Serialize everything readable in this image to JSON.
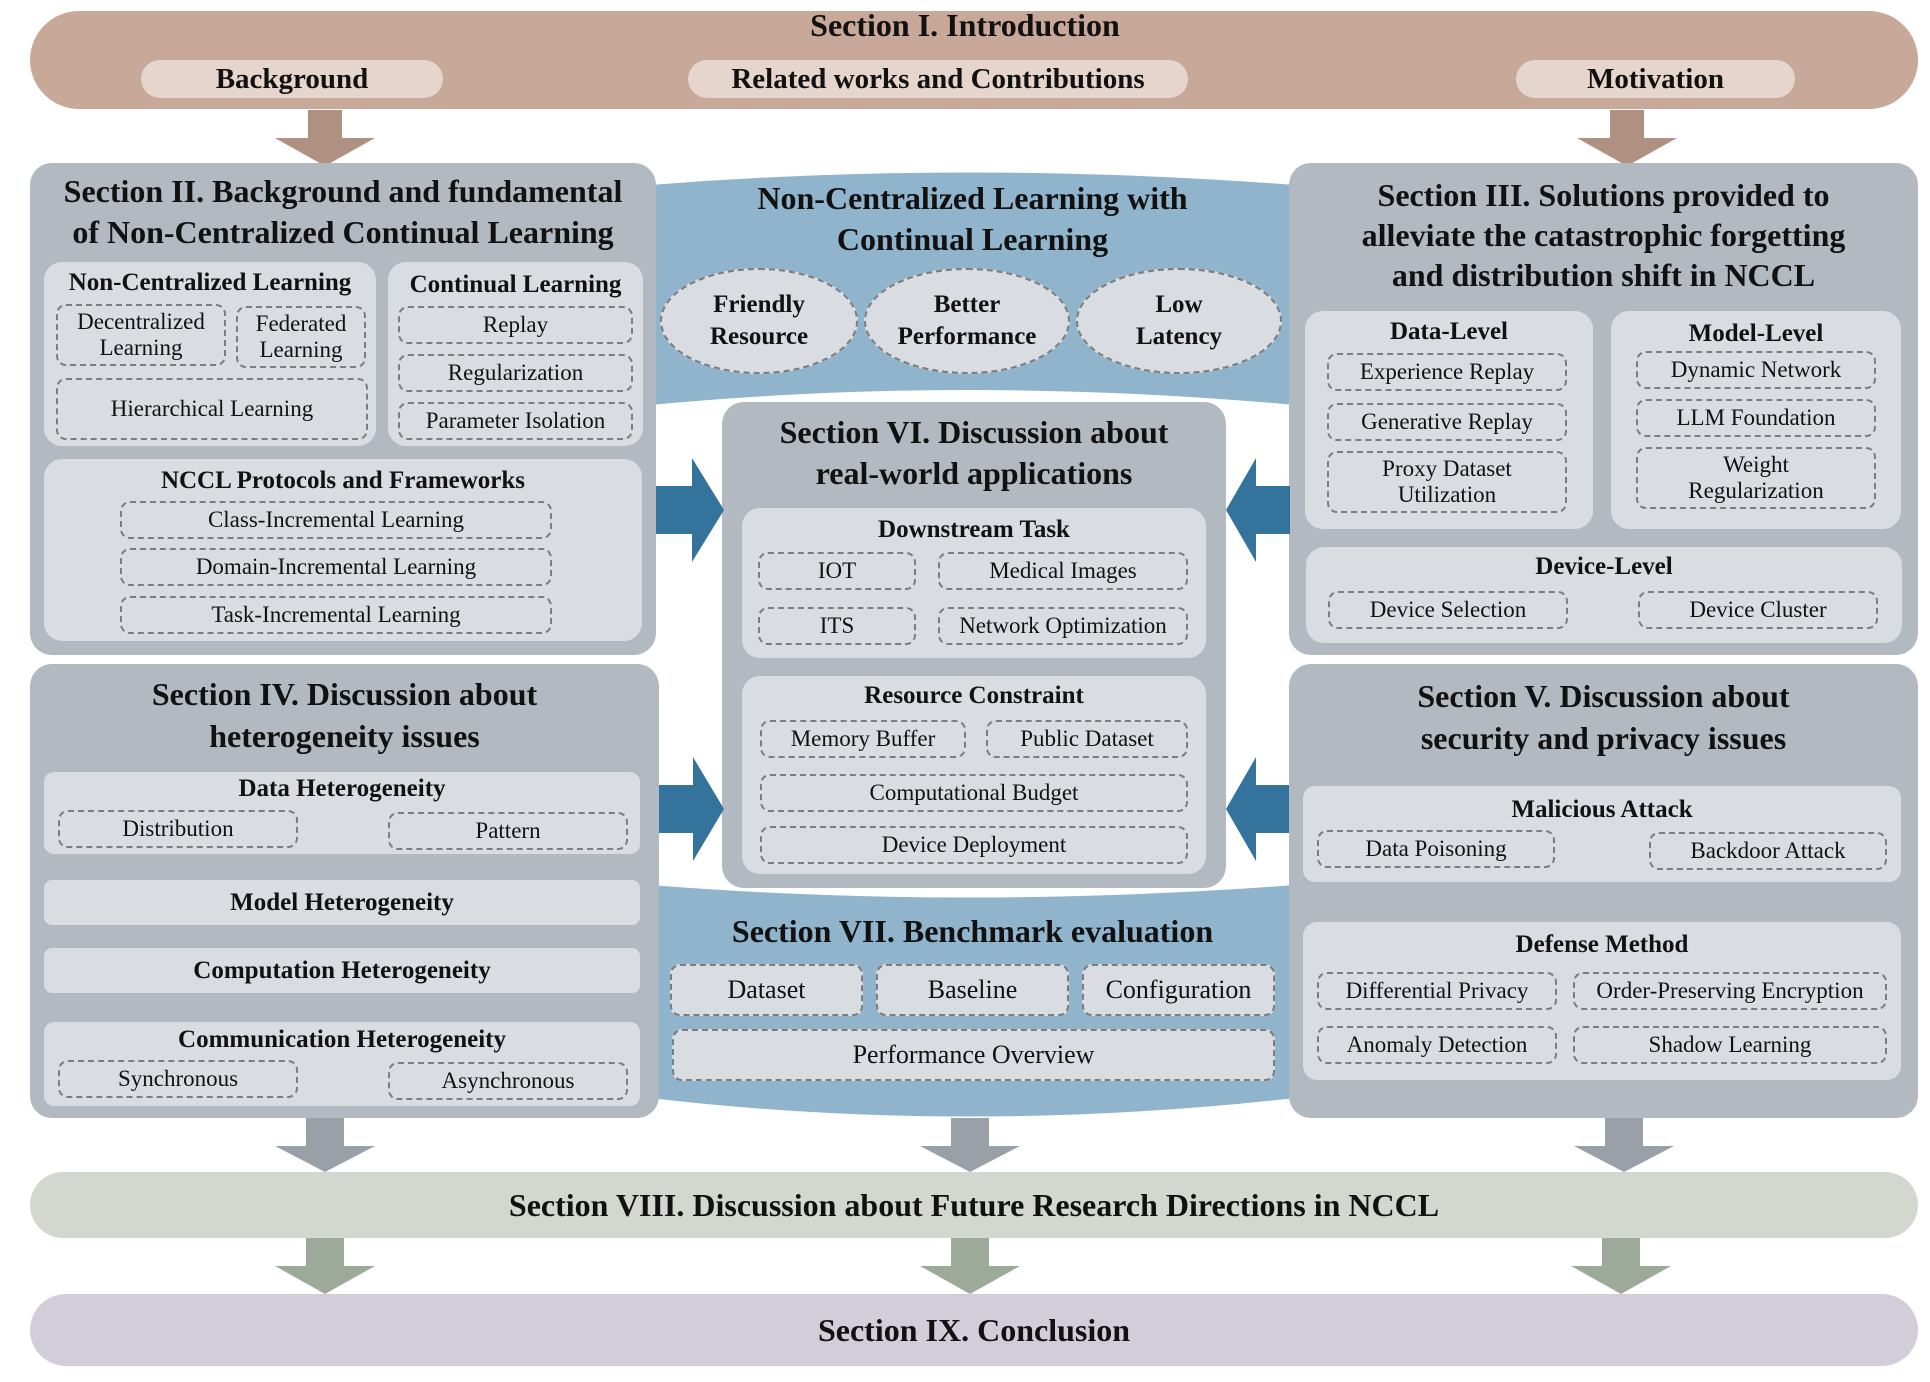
{
  "colors": {
    "intro_band": "#c8a898",
    "intro_pill": "#e6d5cd",
    "intro_arrow": "#b09080",
    "panel_grey": "#b3b9c1",
    "subpanel": "#d9dce1",
    "blue_band": "#8fb4cb",
    "blue_arrow": "#33739c",
    "grey_arrow": "#9aa0a8",
    "green_arrow": "#9eaa99",
    "section8": "#d2d8d0",
    "section9": "#d3cdda"
  },
  "intro": {
    "title": "Section I. Introduction",
    "pills": [
      "Background",
      "Related works and Contributions",
      "Motivation"
    ]
  },
  "section2": {
    "title_line1": "Section II. Background and fundamental",
    "title_line2": "of Non-Centralized Continual Learning",
    "ncl": {
      "title": "Non-Centralized Learning",
      "items": [
        {
          "l1": "Decentralized",
          "l2": "Learning"
        },
        {
          "l1": "Federated",
          "l2": "Learning"
        },
        {
          "l1": "Hierarchical Learning",
          "l2": ""
        }
      ]
    },
    "cl": {
      "title": "Continual Learning",
      "items": [
        "Replay",
        "Regularization",
        "Parameter Isolation"
      ]
    },
    "protocols": {
      "title": "NCCL Protocols and Frameworks",
      "items": [
        "Class-Incremental Learning",
        "Domain-Incremental Learning",
        "Task-Incremental Learning"
      ]
    }
  },
  "center_top": {
    "title_line1": "Non-Centralized Learning with",
    "title_line2": "Continual Learning",
    "benefits": [
      {
        "l1": "Friendly",
        "l2": "Resource"
      },
      {
        "l1": "Better",
        "l2": "Performance"
      },
      {
        "l1": "Low",
        "l2": "Latency"
      }
    ]
  },
  "section3": {
    "title_line1": "Section III. Solutions provided to",
    "title_line2": "alleviate the catastrophic forgetting",
    "title_line3": "and distribution shift in NCCL",
    "data_level": {
      "title": "Data-Level",
      "items": [
        {
          "l1": "Experience Replay",
          "l2": ""
        },
        {
          "l1": "Generative Replay",
          "l2": ""
        },
        {
          "l1": "Proxy Dataset",
          "l2": "Utilization"
        }
      ]
    },
    "model_level": {
      "title": "Model-Level",
      "items": [
        {
          "l1": "Dynamic Network",
          "l2": ""
        },
        {
          "l1": "LLM Foundation",
          "l2": ""
        },
        {
          "l1": "Weight",
          "l2": "Regularization"
        }
      ]
    },
    "device_level": {
      "title": "Device-Level",
      "items": [
        "Device Selection",
        "Device Cluster"
      ]
    }
  },
  "section6": {
    "title_line1": "Section VI. Discussion about",
    "title_line2": "real-world applications",
    "downstream": {
      "title": "Downstream Task",
      "items": [
        "IOT",
        "Medical Images",
        "ITS",
        "Network Optimization"
      ]
    },
    "resource": {
      "title": "Resource Constraint",
      "items": [
        "Memory Buffer",
        "Public Dataset",
        "Computational Budget",
        "Device Deployment"
      ]
    }
  },
  "section4": {
    "title_line1": "Section IV. Discussion about",
    "title_line2": "heterogeneity issues",
    "data_het": {
      "title": "Data Heterogeneity",
      "items": [
        "Distribution",
        "Pattern"
      ]
    },
    "model_het": {
      "title": "Model Heterogeneity"
    },
    "comp_het": {
      "title": "Computation Heterogeneity"
    },
    "comm_het": {
      "title": "Communication Heterogeneity",
      "items": [
        "Synchronous",
        "Asynchronous"
      ]
    }
  },
  "section5": {
    "title_line1": "Section V. Discussion about",
    "title_line2": "security and privacy issues",
    "attack": {
      "title": "Malicious Attack",
      "items": [
        "Data Poisoning",
        "Backdoor Attack"
      ]
    },
    "defense": {
      "title": "Defense Method",
      "items": [
        "Differential Privacy",
        "Order-Preserving Encryption",
        "Anomaly Detection",
        "Shadow Learning"
      ]
    }
  },
  "section7": {
    "title": "Section VII. Benchmark evaluation",
    "items": [
      "Dataset",
      "Baseline",
      "Configuration",
      "Performance Overview"
    ]
  },
  "section8": {
    "title": "Section VIII. Discussion about Future Research Directions in NCCL"
  },
  "section9": {
    "title": "Section IX. Conclusion"
  }
}
